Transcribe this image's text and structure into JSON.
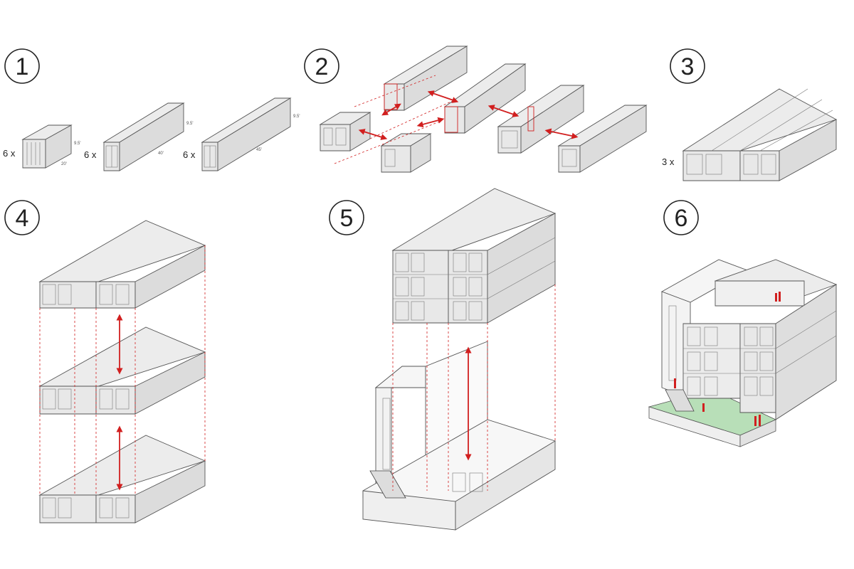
{
  "steps": [
    {
      "number": "1",
      "label": ""
    },
    {
      "number": "2",
      "label": ""
    },
    {
      "number": "3",
      "label": ""
    },
    {
      "number": "4",
      "label": ""
    },
    {
      "number": "5",
      "label": ""
    },
    {
      "number": "6",
      "label": ""
    }
  ],
  "step1": {
    "multipliers": [
      "6 x",
      "6 x",
      "6 x"
    ],
    "dims": [
      "9.5'",
      "20'",
      "9.5'",
      "40'",
      "9.5'",
      "45'"
    ]
  },
  "step3": {
    "multiplier": "3 x"
  },
  "colors": {
    "accent": "#d11f1f",
    "module": "#e8e8e8",
    "lawn": "#b8dfb8",
    "line": "#555555"
  }
}
